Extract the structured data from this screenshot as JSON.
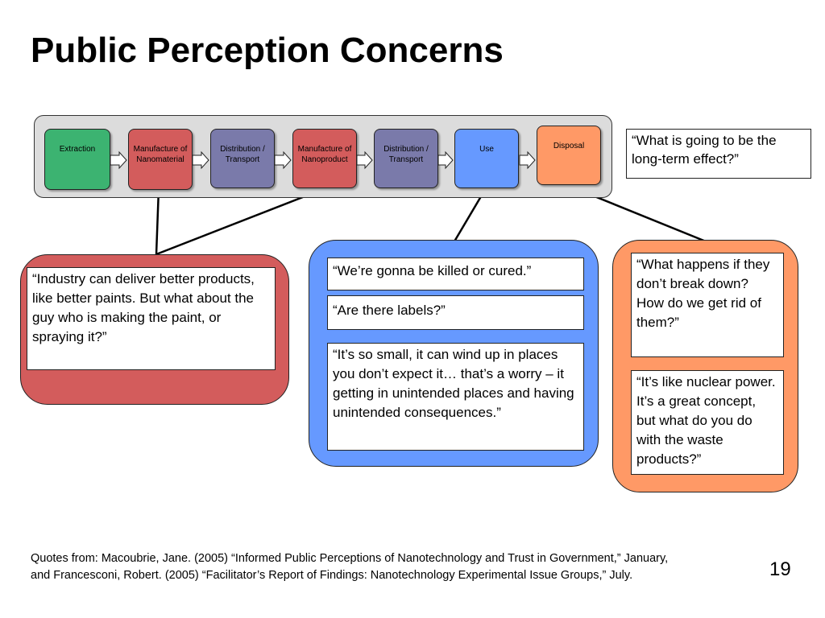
{
  "title": "Public Perception Concerns",
  "colors": {
    "extraction": "#3cb371",
    "manufacture": "#d35c5c",
    "distribution": "#7a7aaa",
    "use": "#6699ff",
    "disposal": "#ff9966",
    "track": "#dcdcdc"
  },
  "lifecycle": {
    "steps": [
      {
        "label": "Extraction"
      },
      {
        "label": "Manufacture of Nanomaterial"
      },
      {
        "label": "Distribution / Transport"
      },
      {
        "label": "Manufacture of Nanoproduct"
      },
      {
        "label": "Distribution / Transport"
      },
      {
        "label": "Use"
      },
      {
        "label": "Disposal"
      }
    ]
  },
  "side_quote": "“What is going to be the long-term effect?”",
  "groups": {
    "manufacture": {
      "quotes": [
        "“Industry can deliver better products, like better paints.  But what about the guy who is making the paint, or spraying it?”"
      ]
    },
    "use": {
      "quotes": [
        "“We’re gonna be killed or cured.”",
        "“Are there labels?”",
        "“It’s so small, it can wind up in places you don’t expect it… that’s a worry – it getting in unintended places and having unintended consequences.”"
      ]
    },
    "disposal": {
      "quotes": [
        "“What happens if they don’t break down?  How do we get rid of them?”",
        "“It’s like nuclear power.  It’s a great concept, but what do you do with the waste products?”"
      ]
    }
  },
  "footnote": {
    "line1": "Quotes from: Macoubrie, Jane. (2005) “Informed Public Perceptions of Nanotechnology and Trust in Government,” January,",
    "line2": "and Francesconi, Robert. (2005) “Facilitator’s Report of Findings: Nanotechnology Experimental Issue Groups,” July."
  },
  "page_number": "19"
}
